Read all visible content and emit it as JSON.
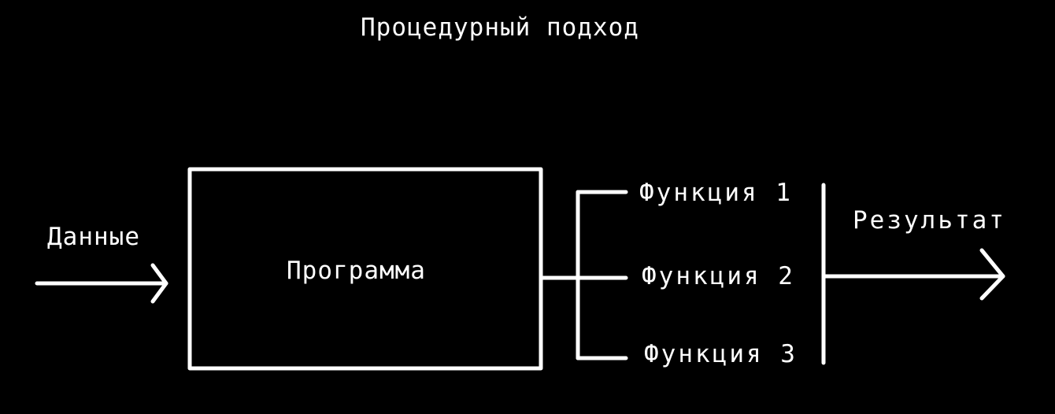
{
  "diagram": {
    "title": "Процедурный подход",
    "input_label": "Данные",
    "program_label": "Программа",
    "functions": [
      "Функция 1",
      "Функция 2",
      "Функция 3"
    ],
    "output_label": "Результат",
    "colors": {
      "background": "#000000",
      "stroke": "#ffffff"
    }
  }
}
